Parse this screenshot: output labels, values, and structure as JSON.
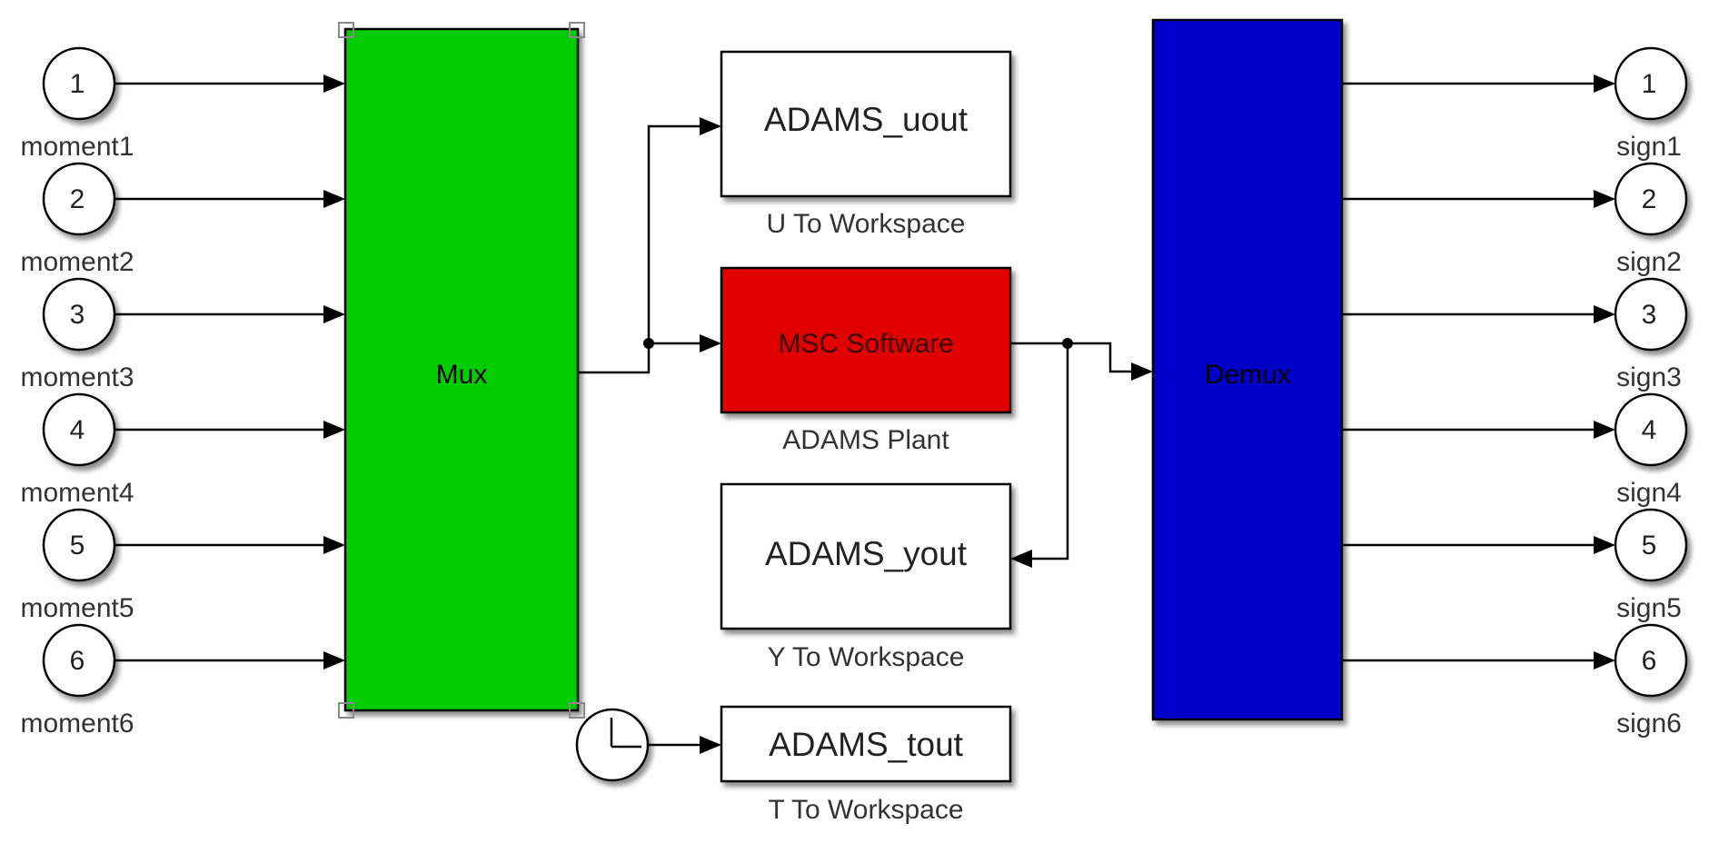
{
  "diagram": {
    "colors": {
      "mux_fill": "#00cc00",
      "demux_fill": "#0000c8",
      "plant_fill": "#e00000",
      "workspace_fill": "#ffffff",
      "wire": "#000000"
    },
    "inports": [
      {
        "number": "1",
        "label": "moment1"
      },
      {
        "number": "2",
        "label": "moment2"
      },
      {
        "number": "3",
        "label": "moment3"
      },
      {
        "number": "4",
        "label": "moment4"
      },
      {
        "number": "5",
        "label": "moment5"
      },
      {
        "number": "6",
        "label": "moment6"
      }
    ],
    "outports": [
      {
        "number": "1",
        "label": "sign1"
      },
      {
        "number": "2",
        "label": "sign2"
      },
      {
        "number": "3",
        "label": "sign3"
      },
      {
        "number": "4",
        "label": "sign4"
      },
      {
        "number": "5",
        "label": "sign5"
      },
      {
        "number": "6",
        "label": "sign6"
      }
    ],
    "mux": {
      "text": "Mux",
      "selected": true
    },
    "demux": {
      "text": "Demux"
    },
    "plant": {
      "text": "MSC Software",
      "label": "ADAMS Plant"
    },
    "u_workspace": {
      "text": "ADAMS_uout",
      "label": "U To Workspace"
    },
    "y_workspace": {
      "text": "ADAMS_yout",
      "label": "Y To Workspace"
    },
    "t_workspace": {
      "text": "ADAMS_tout",
      "label": "T To Workspace"
    },
    "clock": {
      "icon": "clock-icon"
    }
  }
}
